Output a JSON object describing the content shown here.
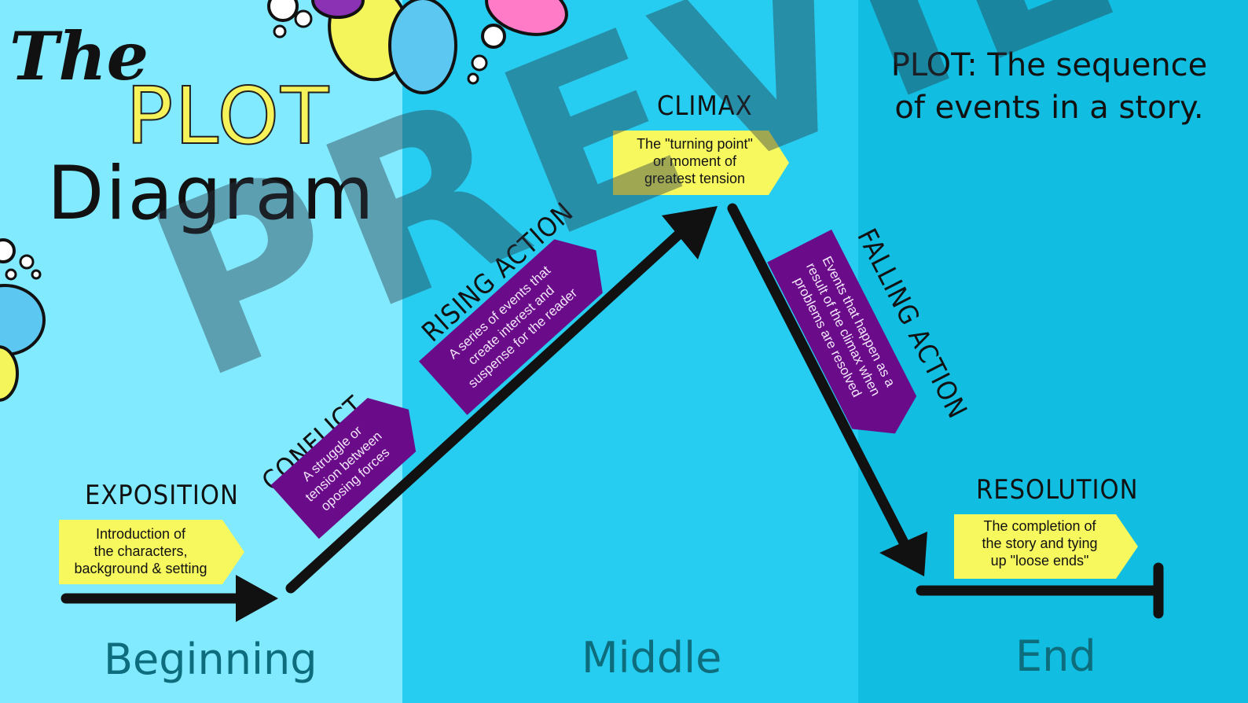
{
  "colors": {
    "beginning_bg": "#82eaff",
    "middle_bg": "#27cdf0",
    "end_bg": "#11bde0",
    "label_yellow": "#f6f85e",
    "box_purple": "#6a0c8a",
    "arrow": "#111111",
    "section_text": "#0e6d7d"
  },
  "title": {
    "the": "The",
    "plot": "PLOT",
    "diagram": "Diagram"
  },
  "definition": {
    "term": "PLOT:",
    "text": "The sequence of events in a story."
  },
  "sections": {
    "beginning": "Beginning",
    "middle": "Middle",
    "end": "End"
  },
  "stages": {
    "exposition": {
      "heading": "EXPOSITION",
      "text": "Introduction of\nthe characters,\nbackground & setting"
    },
    "conflict": {
      "heading": "CONFLICT",
      "text": "A struggle or\ntension between\noposing forces"
    },
    "rising_action": {
      "heading": "RISING ACTION",
      "text": "A series of events that\ncreate interest and\nsuspense for the reader"
    },
    "climax": {
      "heading": "CLIMAX",
      "text": "The \"turning point\"\nor moment of\ngreatest tension"
    },
    "falling_action": {
      "heading": "FALLING ACTION",
      "text": "Events that happen as a\nresult of the climax when\nproblems are resolved"
    },
    "resolution": {
      "heading": "RESOLUTION",
      "text": "The completion of\nthe story and tying\nup \"loose ends\""
    }
  },
  "watermark": "PREVIEW",
  "decorations": {
    "flower_top_icon": "flower-icon",
    "flower_left_icon": "flower-icon",
    "bubbles_icon": "bubbles-icon"
  }
}
